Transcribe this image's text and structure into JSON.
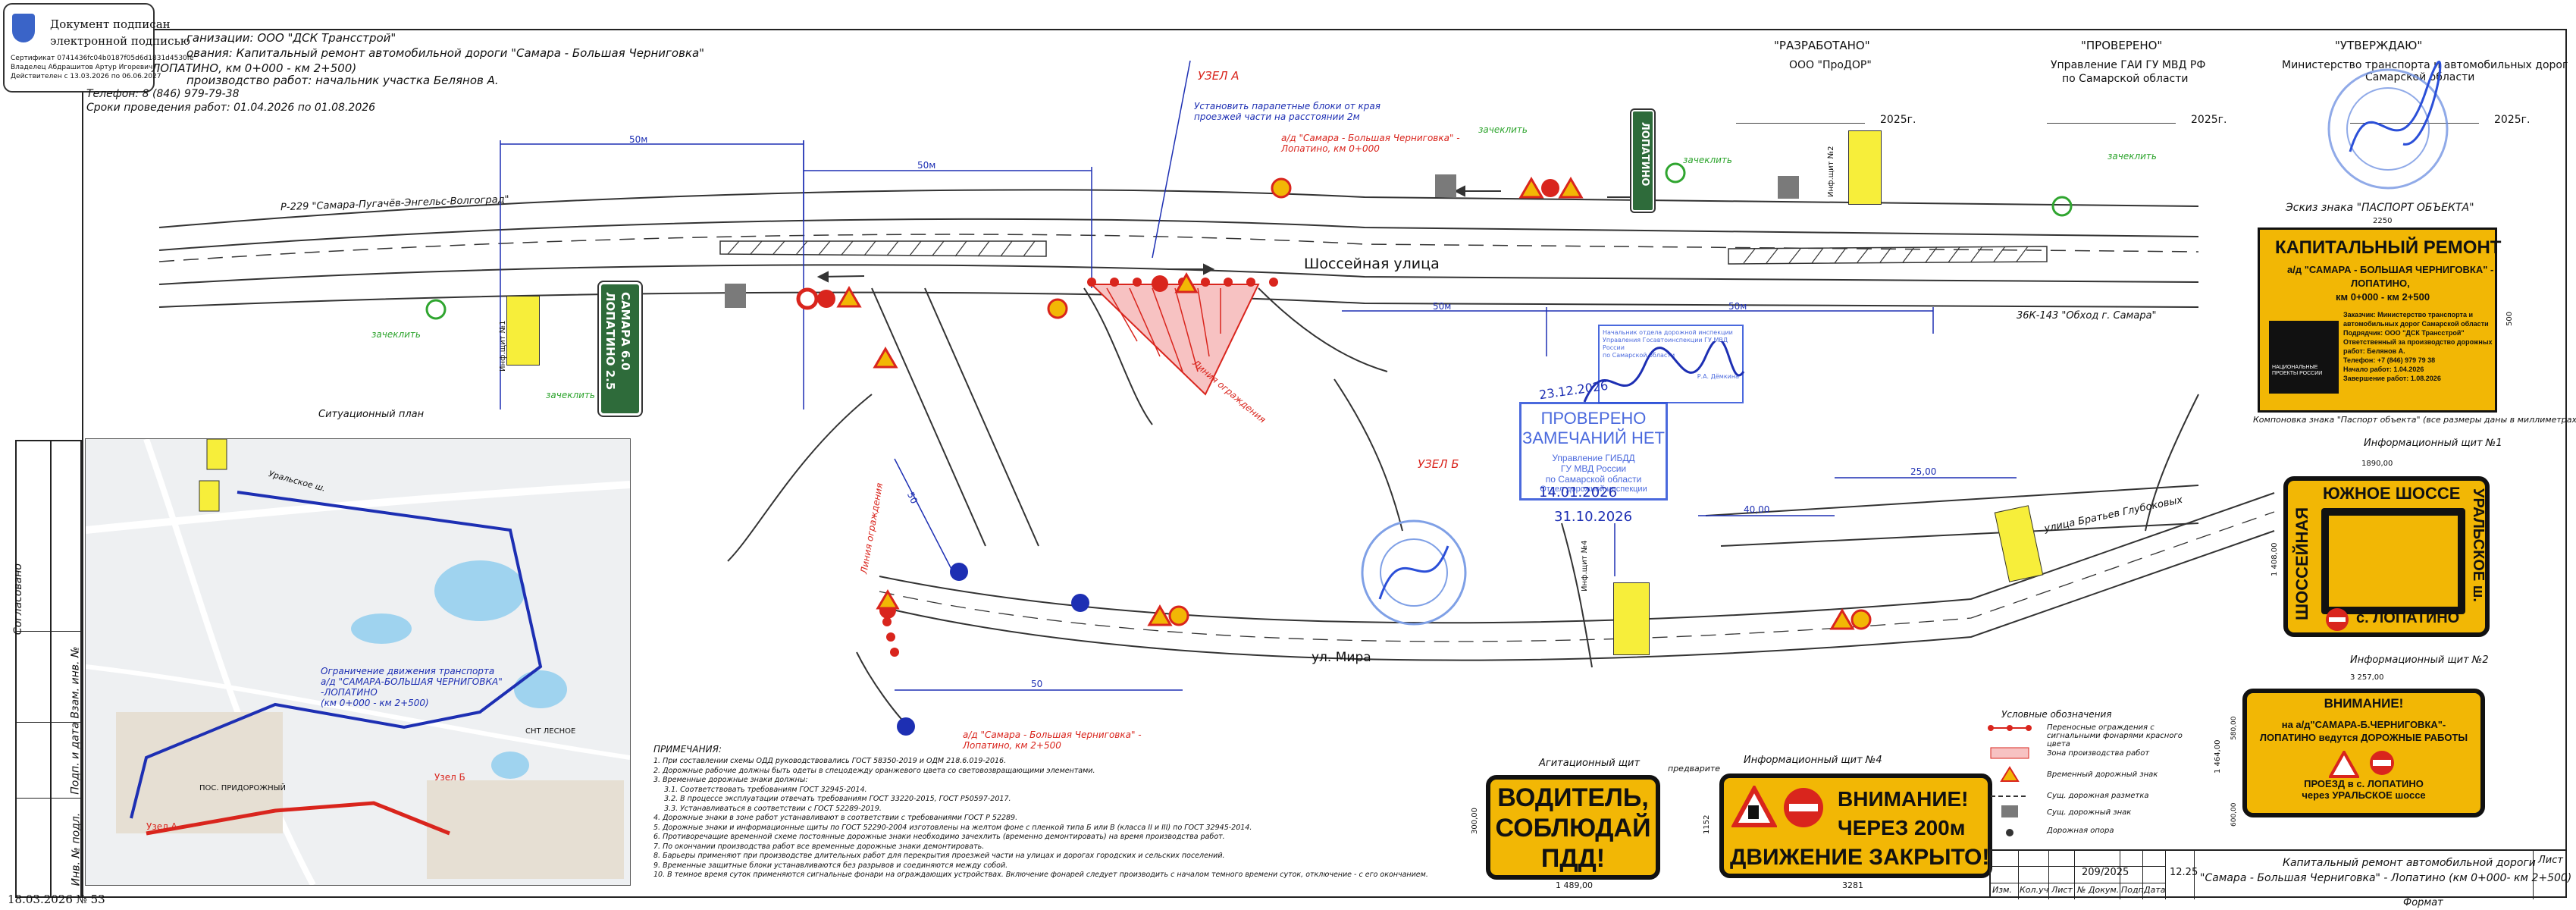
{
  "signature_box": {
    "title_line1": "Документ подписан",
    "title_line2": "электронной подписью",
    "certificate": "Сертификат 0741436fc04b0187f05d6d1831d4530fe",
    "owner": "Владелец Абдрашитов Артур Игоревич",
    "valid": "Действителен с 13.03.2026 по 06.06.2027"
  },
  "header_left": {
    "org": "ганизации: ООО \"ДСК Трансстрой\"",
    "object": "ования: Капитальный ремонт автомобильной дороги \"Самара - Большая Черниговка\"",
    "km": "ЛОПАТИНО, км 0+000 - км 2+500)",
    "responsible": "производство работ: начальник участка Белянов А.",
    "phone": "Телефон: 8 (846) 979-79-38",
    "dates": "Сроки проведения работ: 01.04.2026 по 01.08.2026"
  },
  "approvals": {
    "developed_label": "\"РАЗРАБОТАНО\"",
    "developed_org": "ООО \"ПроДОР\"",
    "checked_label": "\"ПРОВЕРЕНО\"",
    "checked_org1": "Управление ГАИ ГУ МВД РФ",
    "checked_org2": "по Самарской области",
    "approved_label": "\"УТВЕРЖДАЮ\"",
    "approved_org1": "Министерство транспорта и автомобильных дорог",
    "approved_org2": "Самарской области",
    "year": "2025г."
  },
  "map_labels": {
    "node_a": "УЗЕЛ А",
    "node_b": "УЗЕЛ Б",
    "road_r229": "Р-229 \"Самара-Пугачёв-Энгельс-Волгоград\"",
    "road_143": "36К-143 \"Обход г. Самара\"",
    "shosseynaya": "Шоссейная улица",
    "mira": "ул. Мира",
    "bratyev": "улица Братьев Глубоковых",
    "situational": "Ситуационный план",
    "note_blocks": "Установить парапетные блоки от края проезжей части на расстоянии 2м",
    "border_a_1": "а/д \"Самара - Большая Черниговка\" -",
    "border_a_2": "Лопатино, км 0+000",
    "border_b_1": "а/д \"Самара - Большая Черниговка\" -",
    "border_b_2": "Лопатино, км 2+500",
    "works_line": "Линия ограждения",
    "d50a": "50м",
    "d50b": "50м",
    "d50c": "50м",
    "d50d": "50м",
    "d50e": "50",
    "d50f": "50",
    "d25": "25,00",
    "d40": "40,00",
    "green_a": "зачеклить",
    "green_b": "зачеклить",
    "green_c": "зачеклить",
    "green_d": "зачеклить",
    "info_board": "Инф.щит №1",
    "info_board2": "Инф.щит №2",
    "info_board4": "Инф.щит №4"
  },
  "route_sign": {
    "line1": "САМАРА 6.0",
    "line2": "ЛОПАТИНО 2.5",
    "vertical": "ЛОПАТИНО"
  },
  "inset_map": {
    "route_title1": "Ограничение движения транспорта",
    "route_title2": "а/д \"САМАРА-БОЛЬШАЯ ЧЕРНИГОВКА\"",
    "route_title3": "-ЛОПАТИНО",
    "route_title4": "(км 0+000 - км 2+500)",
    "node_a": "Узел А",
    "node_b": "Узел Б",
    "snt": "СНТ ЛЕСНОЕ",
    "pridorozhny": "ПОС. ПРИДОРОЖНЫЙ",
    "uralskoe": "Уральское ш."
  },
  "notes": {
    "title": "ПРИМЕЧАНИЯ:",
    "lines": [
      "1. При составлении схемы ОДД руководствовались ГОСТ 58350-2019 и ОДМ 218.6.019-2016.",
      "2. Дорожные рабочие должны быть одеты в спецодежду оранжевого цвета со световозвращающими элементами.",
      "3. Временные дорожные знаки должны:",
      "   3.1. Соответствовать требованиям ГОСТ 32945-2014.",
      "   3.2. В процессе эксплуатации отвечать требованиям ГОСТ 33220-2015, ГОСТ Р50597-2017.",
      "   3.3. Устанавливаться в соответствии с ГОСТ 52289-2019.",
      "4. Дорожные знаки в зоне работ устанавливают в соответствии с требованиями ГОСТ Р 52289.",
      "5. Дорожные знаки и информационные щиты по ГОСТ 52290-2004 изготовлены на желтом фоне с пленкой типа Б или В (класса II и III) по ГОСТ 32945-2014.",
      "6. Противоречащие временной схеме постоянные дорожные знаки необходимо зачехлить (временно демонтировать) на время производства работ.",
      "7. По окончании производства работ все временные дорожные знаки демонтировать.",
      "8. Барьеры применяют при производстве длительных работ для перекрытия проезжей части на улицах и дорогах городских и сельских поселений.",
      "9. Временные защитные блоки устанавливаются без разрывов и соединяются между собой.",
      "10. В темное время суток применяются сигнальные фонари на ограждающих устройствах. Включение фонарей следует производить с началом темного времени суток, отключение - с его окончанием."
    ]
  },
  "boards": {
    "agit_caption": "Агитационный щит",
    "agit_line1": "ВОДИТЕЛЬ,",
    "agit_line2": "СОБЛЮДАЙ",
    "agit_line3": "ПДД!",
    "agit_w": "1 489,00",
    "agit_h": "300,00",
    "info4_caption": "Информационный щит №4",
    "info4_line1": "ВНИМАНИЕ!",
    "info4_line2": "ЧЕРЕЗ 200м",
    "info4_line3": "ДВИЖЕНИЕ ЗАКРЫТО!",
    "info4_w": "3281",
    "info4_h": "1152",
    "info4_side": "предварите"
  },
  "legend": {
    "title": "Условные обозначения",
    "items": [
      "Переносные ограждения с сигнальными фонарями красного цвета",
      "Зона производства работ",
      "Временный дорожный знак",
      "Сущ. дорожная разметка",
      "Сущ. дорожный знак",
      "Дорожная опора"
    ]
  },
  "passport": {
    "caption": "Эскиз знака \"ПАСПОРТ ОБЪЕКТА\"",
    "width": "2250",
    "height": "500",
    "title": "КАПИТАЛЬНЫЙ РЕМОНТ",
    "road1": "а/д \"САМАРА - БОЛЬШАЯ ЧЕРНИГОВКА\" -",
    "road2": "ЛОПАТИНО,",
    "road3": "км 0+000 - км 2+500",
    "customer": "Заказчик: Министерство транспорта и автомобильных дорог Самарской области",
    "contractor": "Подрядчик: ООО \"ДСК Трансстрой\"",
    "responsible": "Ответственный за производство дорожных работ: Белянов А.",
    "phone": "Телефон: +7 (846) 979 79 38",
    "start": "Начало работ: 1.04.2026",
    "end": "Завершение работ: 1.08.2026",
    "logo": "НАЦИОНАЛЬНЫЕ ПРОЕКТЫ РОССИИ",
    "note": "Компоновка знака \"Паспорт объекта\" (все размеры даны в миллиметрах)"
  },
  "info1": {
    "caption": "Информационный щит №1",
    "width": "1890,00",
    "height": "1 408,00",
    "top": "ЮЖНОЕ ШОССЕ",
    "left": "ШОССЕЙНАЯ",
    "right": "УРАЛЬСКОЕ ш.",
    "bottom": "с. ЛОПАТИНО"
  },
  "info2": {
    "caption": "Информационный щит №2",
    "width": "3 257,00",
    "height": "1 464,00",
    "h2": "580,00",
    "h3": "600,00",
    "line1": "ВНИМАНИЕ!",
    "line2": "на а/д\"САМАРА-Б.ЧЕРНИГОВКА\"-",
    "line3": "ЛОПАТИНО ведутся ДОРОЖНЫЕ РАБОТЫ",
    "line4": "ПРОЕЗД в с. ЛОПАТИНО",
    "line5": "через УРАЛЬСКОЕ шоссе"
  },
  "title_block": {
    "code": "209/2025",
    "sheet_left": "12.25",
    "project": "Капитальный ремонт автомобильной дороги",
    "project2": "\"Самара - Большая Черниговка\" - Лопатино (км 0+000- км 2+500)",
    "sheet": "Лист",
    "cols": [
      "Изм.",
      "Кол.уч",
      "Лист",
      "№ Докум.",
      "Подп.",
      "Дата"
    ],
    "format": "Формат"
  },
  "left_stamp": [
    "Согласовано",
    "Взам. инв. №",
    "Подп. и дата",
    "Инв. № подл."
  ],
  "stamps": {
    "checked1": "ПРОВЕРЕНО",
    "checked2": "ЗАМЕЧАНИЙ НЕТ",
    "gibdd1": "Управление ГИБДД",
    "gibdd2": "ГУ МВД России",
    "gibdd3": "по Самарской области",
    "gibdd4": "Отдел дорожной инспекции",
    "head1": "Начальник отдела дорожной инспекции",
    "head2": "Управления Госавтоинспекции ГУ МВД России",
    "head3": "по Самарской области",
    "head4": "Р.А. Дёмкина",
    "date1": "14.01.2026",
    "date2": "31.10.2026",
    "date3": "23.12.2026"
  },
  "footer_date": "18.03.2026 № 53",
  "colors": {
    "sign_yellow": "#f2b705",
    "route_blue": "#1d2fb3",
    "alert_red": "#d9251d",
    "sign_green": "#2e6b3a",
    "stamp_blue": "#2b4fd8"
  }
}
